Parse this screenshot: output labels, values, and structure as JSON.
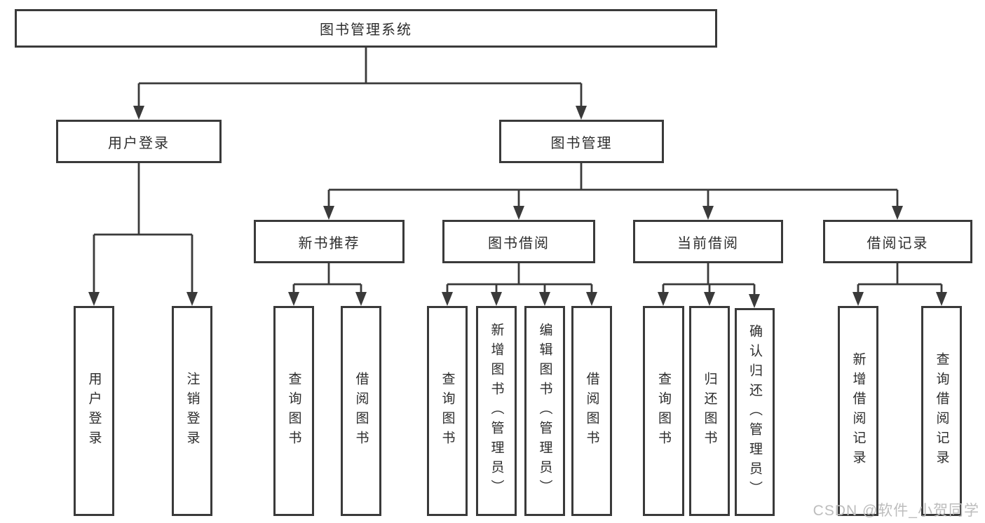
{
  "diagram": {
    "root": {
      "label": "图书管理系统"
    },
    "branches": [
      {
        "label": "用户登录",
        "children": [
          {
            "label": "用户登录"
          },
          {
            "label": "注销登录"
          }
        ]
      },
      {
        "label": "图书管理",
        "children": [
          {
            "label": "新书推荐",
            "children": [
              {
                "label": "查询图书"
              },
              {
                "label": "借阅图书"
              }
            ]
          },
          {
            "label": "图书借阅",
            "children": [
              {
                "label": "查询图书"
              },
              {
                "label": "新增图书（管理员）"
              },
              {
                "label": "编辑图书（管理员）"
              },
              {
                "label": "借阅图书"
              }
            ]
          },
          {
            "label": "当前借阅",
            "children": [
              {
                "label": "查询图书"
              },
              {
                "label": "归还图书"
              },
              {
                "label": "确认归还（管理员）"
              }
            ]
          },
          {
            "label": "借阅记录",
            "children": [
              {
                "label": "新增借阅记录"
              },
              {
                "label": "查询借阅记录"
              }
            ]
          }
        ]
      }
    ]
  },
  "watermark": {
    "text": "CSDN @软件_小贺同学"
  },
  "colors": {
    "line": "#3a3a3a",
    "border": "#3a3a3a",
    "text": "#2d2d2d",
    "watermark": "#bdbdbd",
    "background": "#ffffff"
  }
}
